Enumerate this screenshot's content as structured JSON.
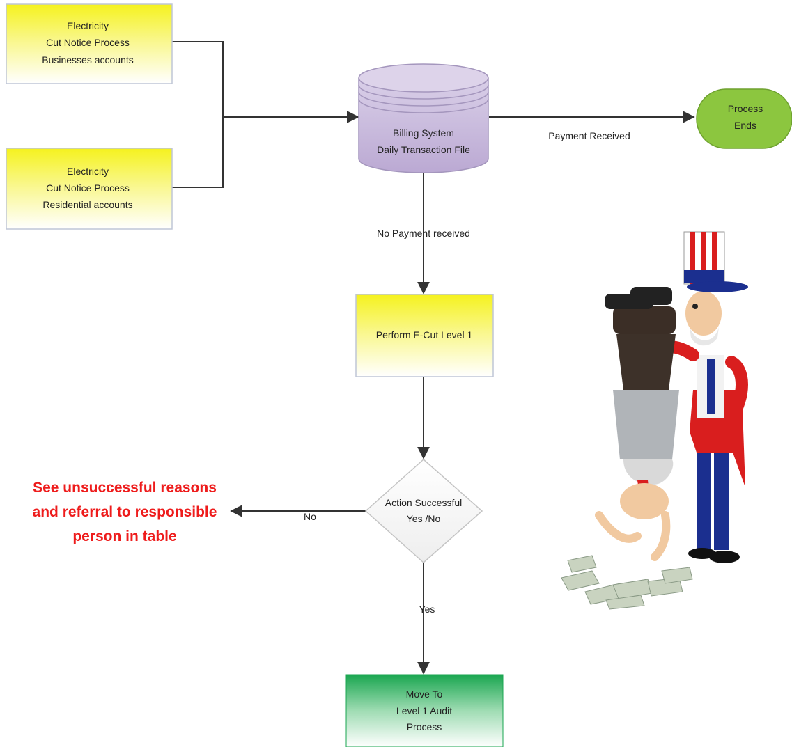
{
  "nodes": {
    "business": {
      "lines": [
        "Electricity",
        "Cut Notice Process",
        "Businesses accounts"
      ]
    },
    "residential": {
      "lines": [
        "Electricity",
        "Cut Notice Process",
        "Residential accounts"
      ]
    },
    "billing": {
      "lines": [
        "Billing System",
        "Daily Transaction File"
      ]
    },
    "process_ends": {
      "lines": [
        "Process",
        "Ends"
      ]
    },
    "ecut": {
      "lines": [
        "Perform E-Cut Level 1"
      ]
    },
    "decision": {
      "lines": [
        "Action Successful",
        "Yes /No"
      ]
    },
    "audit": {
      "lines": [
        "Move To",
        "Level 1 Audit",
        "Process"
      ]
    }
  },
  "edges": {
    "payment_received": "Payment Received",
    "no_payment": "No Payment received",
    "no": "No",
    "yes": "Yes"
  },
  "note": {
    "lines": [
      "See unsuccessful reasons",
      "and referral to responsible",
      "person in table"
    ]
  },
  "colors": {
    "yellow_top": "#f5f21e",
    "yellow_bottom": "#ffffff",
    "green_node": "#8cc63f",
    "green_box_top": "#1aa650",
    "cylinder": "#c8b9dd",
    "note_red": "#ee1c1c"
  },
  "illustration": {
    "icon": "uncle-sam-shaking-money-icon"
  }
}
